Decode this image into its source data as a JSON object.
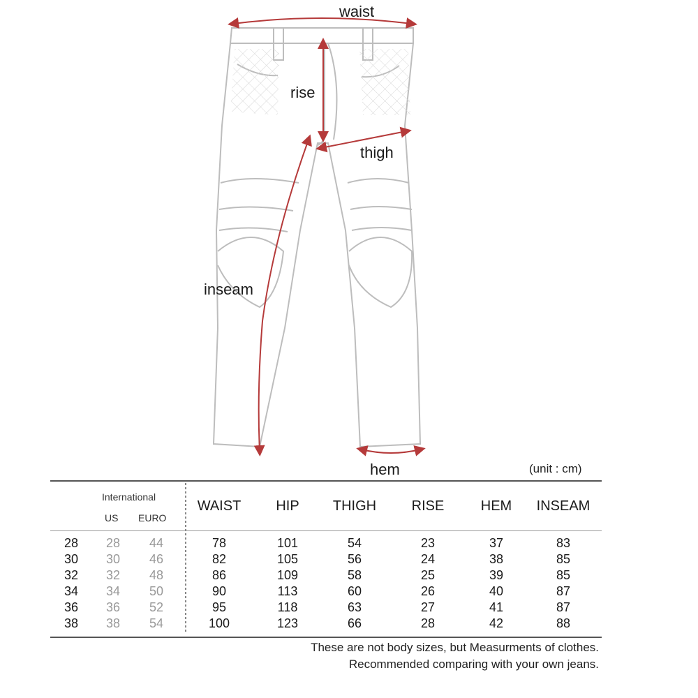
{
  "labels": {
    "waist": "waist",
    "rise": "rise",
    "thigh": "thigh",
    "inseam": "inseam",
    "hem": "hem",
    "unit": "(unit : cm)"
  },
  "colors": {
    "arrow": "#b53a3a",
    "outline": "#bdbdbd"
  },
  "table": {
    "international_label": "International",
    "us_label": "US",
    "euro_label": "EURO",
    "columns": [
      "WAIST",
      "HIP",
      "THIGH",
      "RISE",
      "HEM",
      "INSEAM"
    ],
    "rows": [
      {
        "size": "28",
        "us": "28",
        "euro": "44",
        "values": [
          "78",
          "101",
          "54",
          "23",
          "37",
          "83"
        ]
      },
      {
        "size": "30",
        "us": "30",
        "euro": "46",
        "values": [
          "82",
          "105",
          "56",
          "24",
          "38",
          "85"
        ]
      },
      {
        "size": "32",
        "us": "32",
        "euro": "48",
        "values": [
          "86",
          "109",
          "58",
          "25",
          "39",
          "85"
        ]
      },
      {
        "size": "34",
        "us": "34",
        "euro": "50",
        "values": [
          "90",
          "113",
          "60",
          "26",
          "40",
          "87"
        ]
      },
      {
        "size": "36",
        "us": "36",
        "euro": "52",
        "values": [
          "95",
          "118",
          "63",
          "27",
          "41",
          "87"
        ]
      },
      {
        "size": "38",
        "us": "38",
        "euro": "54",
        "values": [
          "100",
          "123",
          "66",
          "28",
          "42",
          "88"
        ]
      }
    ]
  },
  "notes": [
    "These are not body sizes, but Measurments of clothes.",
    "Recommended comparing with your own jeans."
  ]
}
